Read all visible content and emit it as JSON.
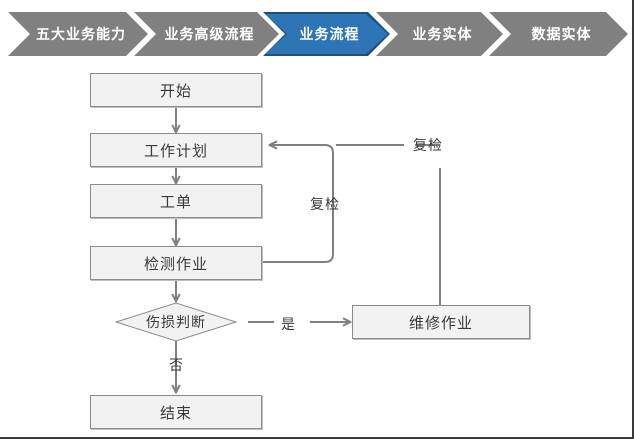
{
  "breadcrumb": {
    "name": "business-process-breadcrumb",
    "items": [
      {
        "label": "五大业务能力",
        "state": "inactive"
      },
      {
        "label": "业务高级流程",
        "state": "inactive"
      },
      {
        "label": "业务流程",
        "state": "active"
      },
      {
        "label": "业务实体",
        "state": "inactive"
      },
      {
        "label": "数据实体",
        "state": "inactive"
      }
    ],
    "colors": {
      "inactive_fill": "#808080",
      "active_fill": "#2e75b6",
      "active_border": "#1f4e79",
      "text": "#ffffff"
    }
  },
  "flowchart": {
    "type": "flowchart",
    "colors": {
      "node_fill": "#f2f2f2",
      "node_border": "#8c8c8c",
      "connector": "#808080",
      "text": "#3a3a3a"
    },
    "nodes": [
      {
        "id": "start",
        "label": "开始",
        "shape": "rectangle"
      },
      {
        "id": "workplan",
        "label": "工作计划",
        "shape": "rectangle"
      },
      {
        "id": "workorder",
        "label": "工单",
        "shape": "rectangle"
      },
      {
        "id": "inspect",
        "label": "检测作业",
        "shape": "rectangle"
      },
      {
        "id": "damage",
        "label": "伤损判断",
        "shape": "diamond"
      },
      {
        "id": "repair",
        "label": "维修作业",
        "shape": "rectangle"
      },
      {
        "id": "end",
        "label": "结束",
        "shape": "rectangle"
      }
    ],
    "edges": [
      {
        "from": "start",
        "to": "workplan",
        "label": ""
      },
      {
        "from": "workplan",
        "to": "workorder",
        "label": ""
      },
      {
        "from": "workorder",
        "to": "inspect",
        "label": ""
      },
      {
        "from": "inspect",
        "to": "damage",
        "label": ""
      },
      {
        "from": "inspect",
        "to": "workplan",
        "label": "复检"
      },
      {
        "from": "repair",
        "to": "workplan",
        "label": "复检"
      },
      {
        "from": "damage",
        "to": "repair",
        "label": "是"
      },
      {
        "from": "damage",
        "to": "end",
        "label": "否"
      }
    ],
    "edge_labels": {
      "recheck_inner": "复检",
      "recheck_outer": "复检",
      "yes": "是",
      "no": "否"
    }
  }
}
